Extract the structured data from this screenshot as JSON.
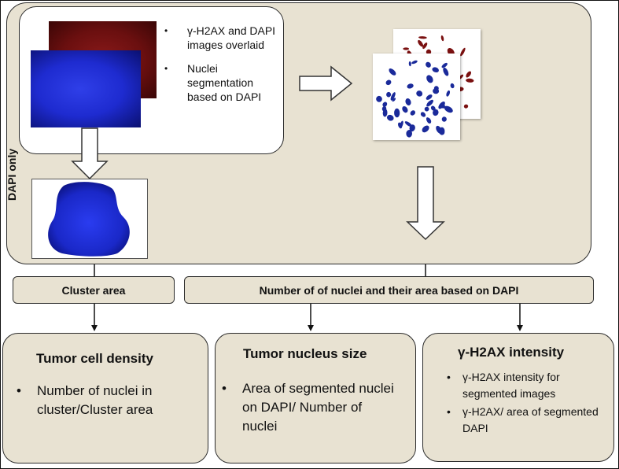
{
  "colors": {
    "beige": "#e8e2d2",
    "border": "#2b2b2b",
    "nucleus_blue": "#1a2a9a",
    "nucleus_red": "#7a1010",
    "dapi_blue": "#1e2bd0"
  },
  "top_panel": {
    "side_label": "DAPI only",
    "bullets": [
      "γ-H2AX and DAPI images overlaid",
      "Nuclei segmentation based on DAPI"
    ]
  },
  "bars": {
    "cluster": "Cluster area",
    "nuclei": "Number of of nuclei and their area based on DAPI"
  },
  "cards": [
    {
      "title": "Tumor cell density",
      "bullets": [
        "Number of nuclei in cluster/Cluster area"
      ]
    },
    {
      "title": "Tumor nucleus size",
      "bullets": [
        "Area of segmented nuclei on DAPI/ Number of nuclei"
      ]
    },
    {
      "title": "γ-H2AX intensity",
      "bullets": [
        "γ-H2AX intensity for segmented images",
        "γ-H2AX/ area of segmented DAPI"
      ]
    }
  ]
}
